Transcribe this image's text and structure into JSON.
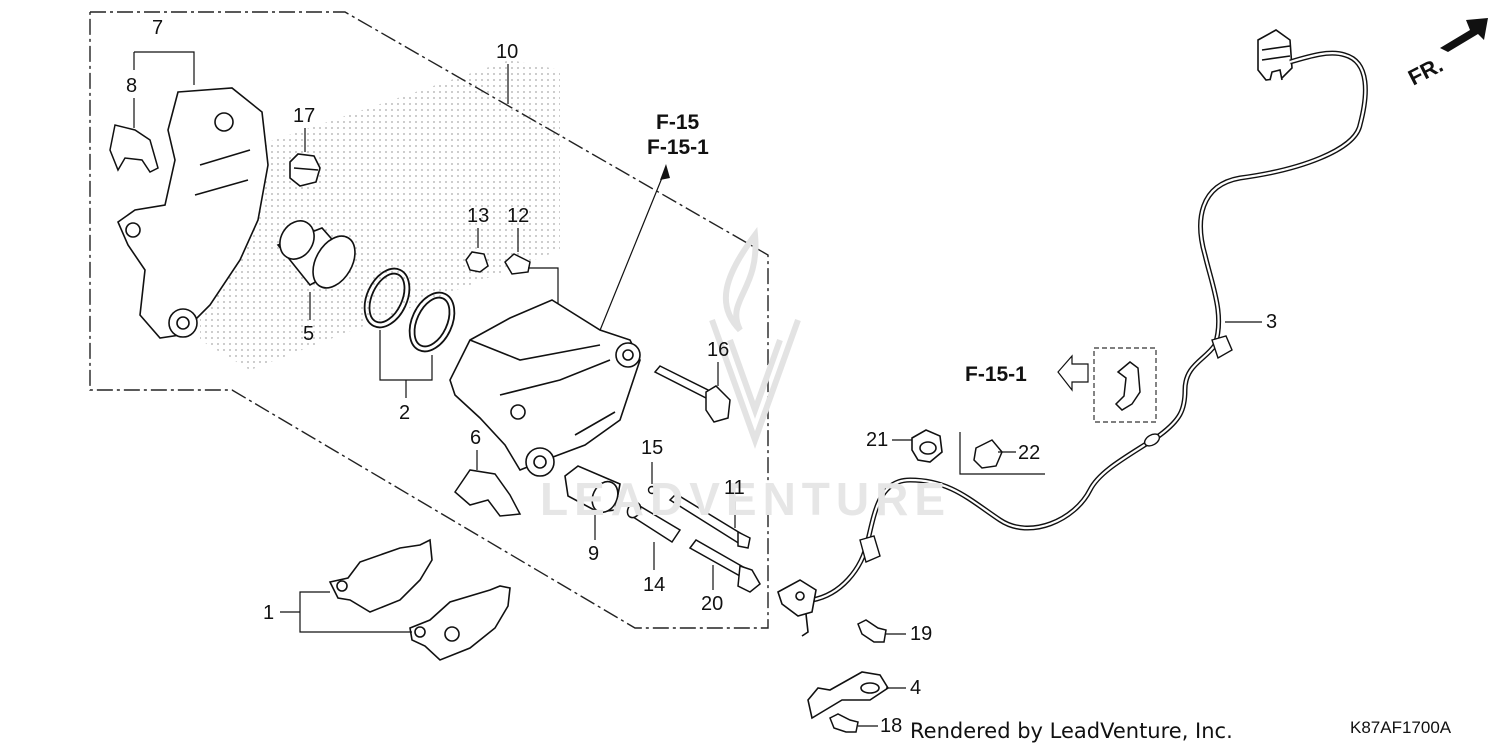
{
  "diagram": {
    "callouts": [
      "1",
      "2",
      "3",
      "4",
      "5",
      "6",
      "7",
      "8",
      "9",
      "10",
      "11",
      "12",
      "13",
      "14",
      "15",
      "16",
      "17",
      "18",
      "19",
      "20",
      "21",
      "22"
    ],
    "refs": {
      "top_line1": "F-15",
      "top_line2": "F-15-1",
      "side": "F-15-1"
    },
    "direction_label": "FR.",
    "watermark": "LEADVENTURE",
    "credit": "Rendered by LeadVenture, Inc.",
    "code": "K87AF1700A"
  }
}
